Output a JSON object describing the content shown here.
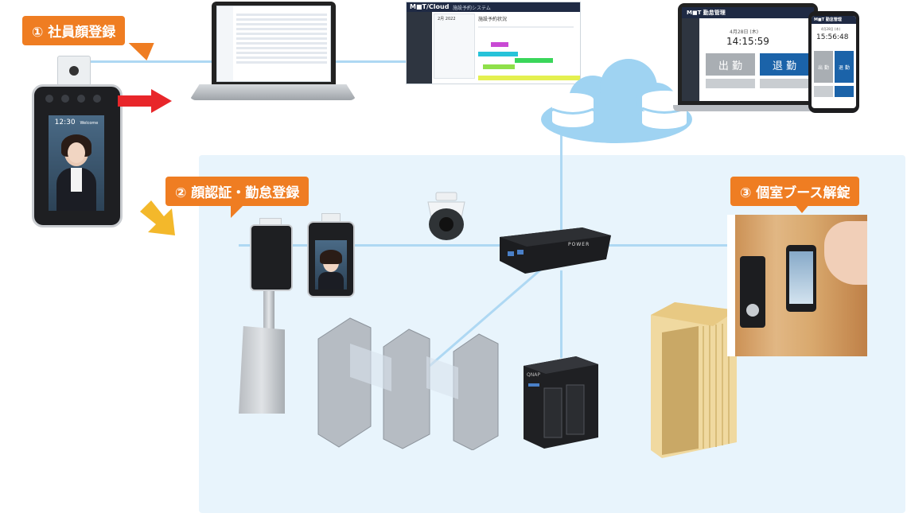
{
  "callouts": {
    "step1": "① 社員顔登録",
    "step2": "② 顔認証・勤怠登録",
    "step3": "③ 個室ブース解錠"
  },
  "tablet": {
    "time": "12:30",
    "sub": "Welcome"
  },
  "dashboard": {
    "brand": "M■T/Cloud",
    "subtitle": "施設予約システム",
    "list_title": "施設予約状況",
    "month": "2月 2022"
  },
  "attendance_laptop": {
    "brand": "M■T 勤怠管理",
    "date": "4月28日 (木)",
    "time": "14:15:59",
    "clock_in": "出 勤",
    "clock_out": "退 勤"
  },
  "attendance_phone": {
    "brand": "M■T 勤怠管理",
    "date": "4月28日 (木)",
    "time": "15:56:48",
    "clock_in": "出 勤",
    "clock_out": "退 勤"
  },
  "gateway": {
    "label": "POWER"
  },
  "nas": {
    "label": "QNAP"
  },
  "colors": {
    "accent": "#ef7d22",
    "zone": "#e8f4fc",
    "line": "#aed8f3",
    "cloud": "#9fd3f2"
  }
}
